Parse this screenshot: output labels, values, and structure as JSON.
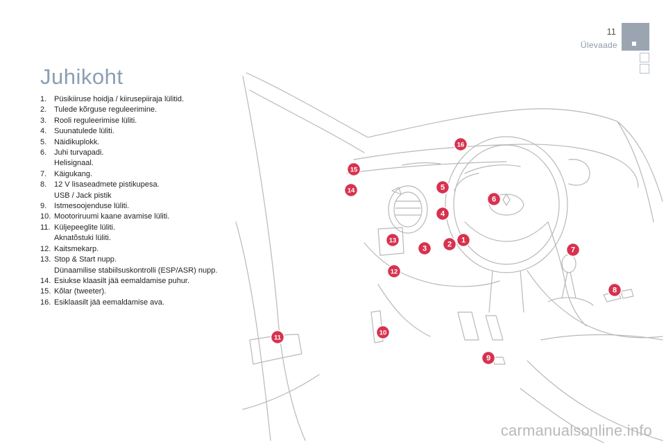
{
  "header": {
    "page_number": "11",
    "section": "Ülevaade"
  },
  "title": "Juhikoht",
  "items": [
    {
      "num": "1.",
      "lines": [
        "Püsikiiruse hoidja / kiirusepiiraja lülitid."
      ]
    },
    {
      "num": "2.",
      "lines": [
        "Tulede kõrguse reguleerimine."
      ]
    },
    {
      "num": "3.",
      "lines": [
        "Rooli reguleerimise lüliti."
      ]
    },
    {
      "num": "4.",
      "lines": [
        "Suunatulede lüliti."
      ]
    },
    {
      "num": "5.",
      "lines": [
        "Näidikuplokk."
      ]
    },
    {
      "num": "6.",
      "lines": [
        "Juhi turvapadi.",
        "Helisignaal."
      ]
    },
    {
      "num": "7.",
      "lines": [
        "Käigukang."
      ]
    },
    {
      "num": "8.",
      "lines": [
        "12 V lisaseadmete pistikupesa.",
        "USB / Jack pistik"
      ]
    },
    {
      "num": "9.",
      "lines": [
        "Istmesoojenduse lüliti."
      ]
    },
    {
      "num": "10.",
      "lines": [
        "Mootoriruumi kaane avamise lüliti."
      ]
    },
    {
      "num": "11.",
      "lines": [
        "Küljepeeglite lüliti.",
        "Aknatõstuki lüliti."
      ]
    },
    {
      "num": "12.",
      "lines": [
        "Kaitsmekarp."
      ]
    },
    {
      "num": "13.",
      "lines": [
        "Stop & Start nupp.",
        "Dünaamilise stabiilsuskontrolli (ESP/ASR) nupp."
      ]
    },
    {
      "num": "14.",
      "lines": [
        "Esiukse klaasilt jää eemaldamise puhur."
      ]
    },
    {
      "num": "15.",
      "lines": [
        "Kõlar (tweeter)."
      ]
    },
    {
      "num": "16.",
      "lines": [
        "Esiklaasilt jää eemaldamise ava."
      ]
    }
  ],
  "callouts": [
    "1",
    "2",
    "3",
    "4",
    "5",
    "6",
    "7",
    "8",
    "9",
    "10",
    "11",
    "12",
    "13",
    "14",
    "15",
    "16"
  ],
  "colors": {
    "accent": "#8a9fb2",
    "callout": "#d7324e",
    "tab": "#9aa5b1"
  },
  "watermark": "carmanualsonline.info"
}
